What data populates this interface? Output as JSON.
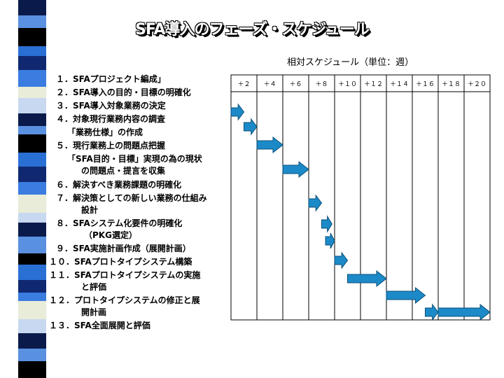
{
  "title": "SFA導入のフェーズ・スケジュール",
  "subtitle": "相対スケジュール（単位：週）",
  "phases": [
    {
      "text": "１．SFAプロジェクト編成」"
    },
    {
      "text": "２．SFA導入の目的・目標の明確化"
    },
    {
      "text": "３．SFA導入対象業務の決定"
    },
    {
      "text": "４．対象現行業務内容の調査"
    },
    {
      "text": "「業務仕様」の作成"
    },
    {
      "text": "５．現行業務上の問題点把握"
    },
    {
      "text": "「SFA目的・目標」実現の為の現状"
    },
    {
      "text": "の問題点・提言を収集"
    },
    {
      "text": "６．解決すべき業務課題の明確化"
    },
    {
      "text": "７．解決策としての新しい業務の仕組み"
    },
    {
      "text": "設計"
    },
    {
      "text": "８．SFAシステム化要件の明確化"
    },
    {
      "text": "（PKG選定）"
    },
    {
      "text": "９．SFA実施計画作成（展開計画）"
    },
    {
      "text": "１０．SFAプロトタイプシステム構築"
    },
    {
      "text": "１１．SFAプロトタイプシステムの実施"
    },
    {
      "text": "と評価"
    },
    {
      "text": "１２．プロトタイプシステムの修正と展"
    },
    {
      "text": "開計画"
    },
    {
      "text": "１３．SFA全面展開と評価"
    }
  ],
  "chart_data": {
    "type": "gantt",
    "columns": [
      "＋２",
      "＋４",
      "＋６",
      "＋８",
      "＋１０",
      "＋１２",
      "＋１４",
      "＋１６",
      "＋１８",
      "＋２０"
    ],
    "week_range": [
      0,
      20
    ],
    "arrow_color": "#1c8ac8",
    "bars": [
      {
        "start": 0,
        "end": 1
      },
      {
        "start": 1,
        "end": 2
      },
      {
        "start": 2,
        "end": 4
      },
      {
        "start": 4,
        "end": 6
      },
      {
        "start": 6,
        "end": 7
      },
      {
        "start": 7,
        "end": 7.8
      },
      {
        "start": 7.3,
        "end": 8
      },
      {
        "start": 8,
        "end": 9
      },
      {
        "start": 9,
        "end": 12
      },
      {
        "start": 12,
        "end": 15
      },
      {
        "start": 15,
        "end": 16
      },
      {
        "start": 16,
        "end": 20
      }
    ]
  },
  "strip_colors": [
    "#0a1a4a",
    "#2a6fd4",
    "#e8ecd8",
    "#5a90e0",
    "#102870",
    "#c8d8f0",
    "#000000",
    "#3a7ce0"
  ]
}
